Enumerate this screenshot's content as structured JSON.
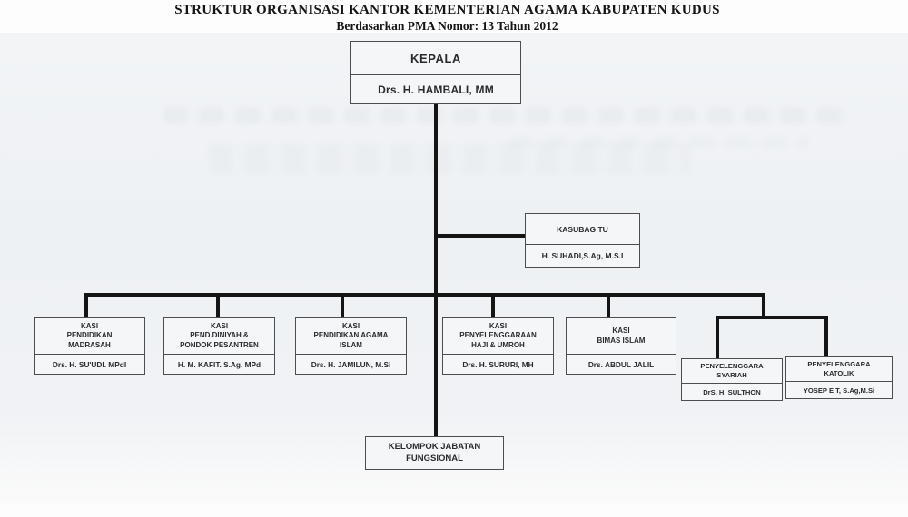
{
  "header": {
    "title_line1": "STRUKTUR ORGANISASI KANTOR KEMENTERIAN AGAMA KABUPATEN KUDUS",
    "title_line2": "Berdasarkan PMA Nomor: 13 Tahun 2012"
  },
  "colors": {
    "line": "#141414",
    "box_border": "#4d4d4d",
    "paper": "#eef1f4",
    "text": "#2b2b2b"
  },
  "nodes": {
    "kepala": {
      "title": "KEPALA",
      "name": "Drs. H. HAMBALI, MM"
    },
    "kasubag": {
      "title": "KASUBAG TU",
      "name": "H. SUHADI,S.Ag, M.S.I"
    },
    "madrasah": {
      "title": "KASI\nPENDIDIKAN\nMADRASAH",
      "name": "Drs. H. SU'UDI. MPdI"
    },
    "diniyah": {
      "title": "KASI\nPEND.DINIYAH &\nPONDOK PESANTREN",
      "name": "H. M. KAFIT. S.Ag, MPd"
    },
    "pai": {
      "title": "KASI\nPENDIDIKAN AGAMA\nISLAM",
      "name": "Drs. H. JAMILUN, M.Si"
    },
    "haji": {
      "title": "KASI\nPENYELENGGARAAN\nHAJI & UMROH",
      "name": "Drs. H. SURURI, MH"
    },
    "bimas": {
      "title": "KASI\nBIMAS ISLAM",
      "name": "Drs. ABDUL JALIL"
    },
    "syariah": {
      "title": "PENYELENGGARA\nSYARIAH",
      "name": "DrS. H. SULTHON"
    },
    "katolik": {
      "title": "PENYELENGGARA\nKATOLIK",
      "name": "YOSEP E T, S.Ag,M.Si"
    },
    "kelompok": {
      "title": "KELOMPOK JABATAN\nFUNGSIONAL"
    }
  }
}
